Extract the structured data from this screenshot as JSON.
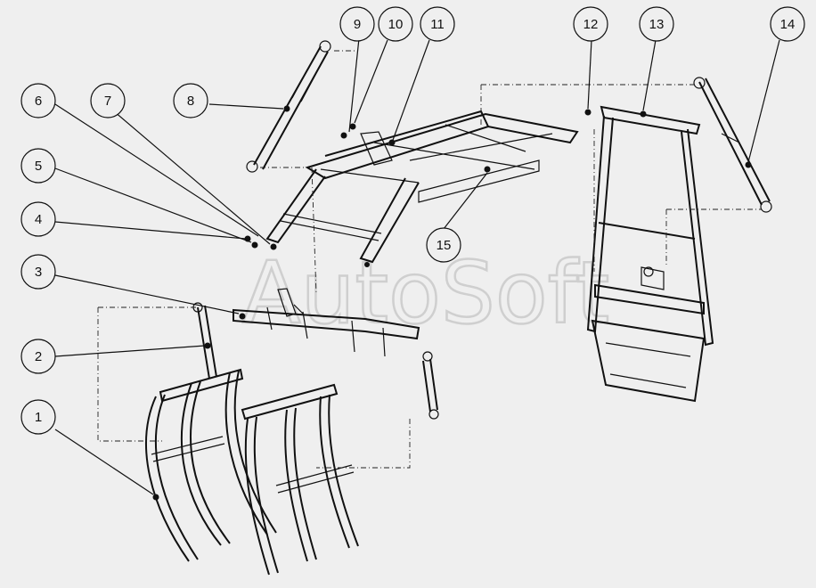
{
  "watermark": "AutoSoft",
  "callouts": [
    {
      "id": "c1",
      "label": "1"
    },
    {
      "id": "c2",
      "label": "2"
    },
    {
      "id": "c3",
      "label": "3"
    },
    {
      "id": "c4",
      "label": "4"
    },
    {
      "id": "c5",
      "label": "5"
    },
    {
      "id": "c6",
      "label": "6"
    },
    {
      "id": "c7",
      "label": "7"
    },
    {
      "id": "c8",
      "label": "8"
    },
    {
      "id": "c9",
      "label": "9"
    },
    {
      "id": "c10",
      "label": "10"
    },
    {
      "id": "c11",
      "label": "11"
    },
    {
      "id": "c12",
      "label": "12"
    },
    {
      "id": "c13",
      "label": "13"
    },
    {
      "id": "c14",
      "label": "14"
    },
    {
      "id": "c15",
      "label": "15"
    }
  ]
}
